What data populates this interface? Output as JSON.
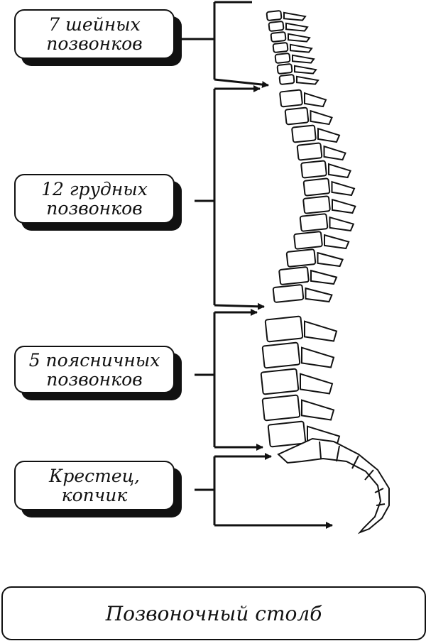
{
  "diagram": {
    "regions": [
      {
        "id": "cervical",
        "label": "7 шейных\nпозвонков"
      },
      {
        "id": "thoracic",
        "label": "12 грудных\nпозвонков"
      },
      {
        "id": "lumbar",
        "label": "5 поясничных\nпозвонков"
      },
      {
        "id": "sacrum",
        "label": "Крестец,\nкопчик"
      }
    ],
    "caption": "Позвоночный столб"
  }
}
